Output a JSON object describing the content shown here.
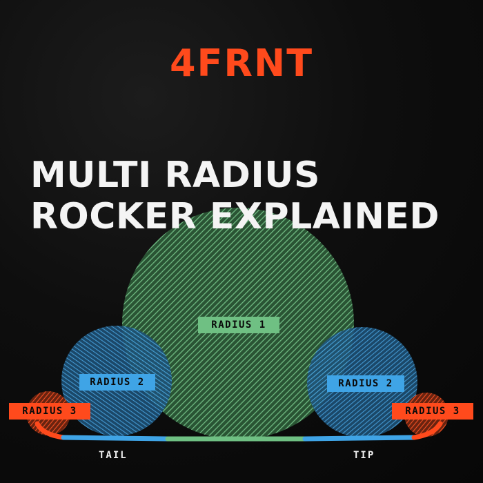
{
  "brand": "4FRNT",
  "title": {
    "line1": "MULTI RADIUS",
    "line2": "ROCKER EXPLAINED"
  },
  "labels": {
    "radius1": "RADIUS 1",
    "radius2_left": "RADIUS 2",
    "radius2_right": "RADIUS 2",
    "radius3_left": "RADIUS 3",
    "radius3_right": "RADIUS 3",
    "tail": "TAIL",
    "tip": "TIP"
  },
  "colors": {
    "background": "#0b0b0b",
    "brand": "#ff4a1c",
    "title": "#f4f4f4",
    "radius1": "#6fc083",
    "radius2": "#3fa4e6",
    "radius3": "#ff4a1c"
  }
}
